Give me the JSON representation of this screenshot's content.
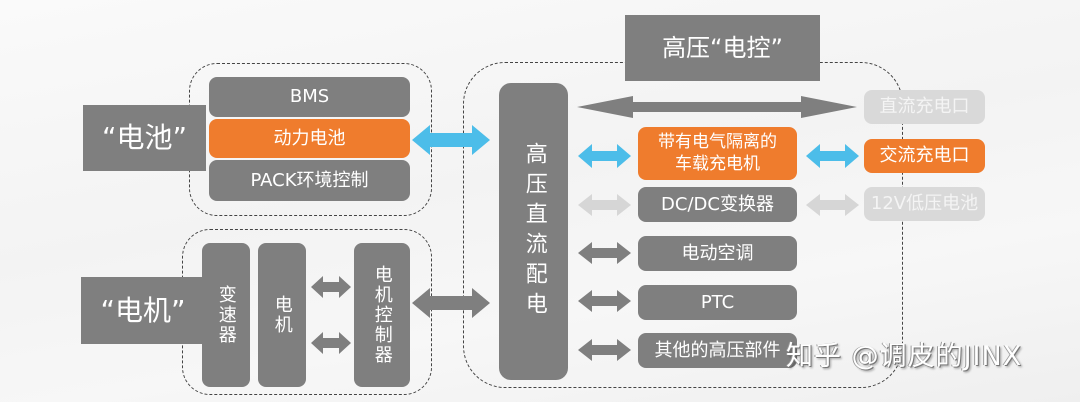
{
  "colors": {
    "gray_box": "#7f7f7f",
    "orange_box": "#ef7c2d",
    "light_box": "#d9d9d9",
    "blue_arrow": "#4cbde9",
    "gray_arrow": "#7f7f7f",
    "light_arrow": "#d6d6d6"
  },
  "battery": {
    "title": "“电池”",
    "items": [
      "BMS",
      "动力电池",
      "PACK环境控制"
    ]
  },
  "motor": {
    "title": "“电机”",
    "gearbox": "变速器",
    "motor": "电机",
    "controller": "电机控制器"
  },
  "hv": {
    "title": "高压“电控”",
    "distribution": "高压直流配电",
    "components": [
      {
        "label": "带有电气隔离的车载充电机",
        "line1": "带有电气隔离的",
        "line2": "车载充电机",
        "style": "orange"
      },
      {
        "label": "DC/DC变换器",
        "style": "gray"
      },
      {
        "label": "电动空调",
        "style": "gray"
      },
      {
        "label": "PTC",
        "style": "gray"
      },
      {
        "label": "其他的高压部件",
        "style": "gray"
      }
    ],
    "external": [
      {
        "label": "直流充电口",
        "style": "light"
      },
      {
        "label": "交流充电口",
        "style": "orange"
      },
      {
        "label": "12V低压电池",
        "style": "light"
      }
    ]
  },
  "watermark": "知乎 @调皮的JINX"
}
